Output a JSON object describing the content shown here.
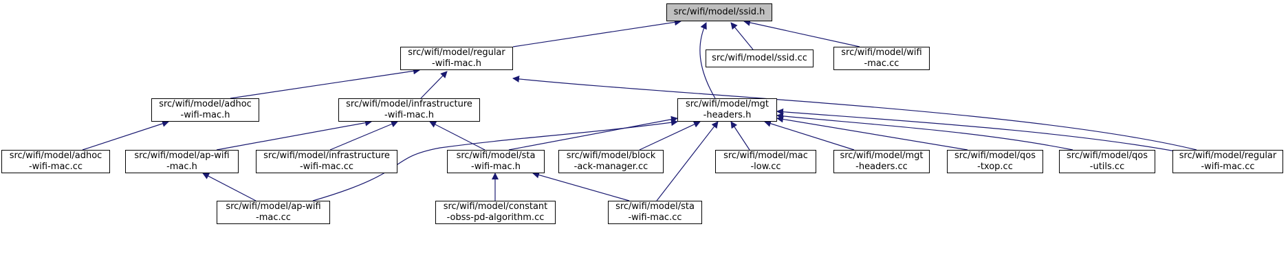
{
  "graph": {
    "colors": {
      "edge": "#191970",
      "root_fill": "#bfbfbf",
      "node_fill": "#ffffff",
      "border": "#000000"
    },
    "nodes": {
      "ssid_h": [
        "src/wifi/model/ssid.h"
      ],
      "regular_h": [
        "src/wifi/model/regular",
        "-wifi-mac.h"
      ],
      "ssid_cc": [
        "src/wifi/model/ssid.cc"
      ],
      "wifimac_cc": [
        "src/wifi/model/wifi",
        "-mac.cc"
      ],
      "adhoc_h": [
        "src/wifi/model/adhoc",
        "-wifi-mac.h"
      ],
      "infra_h": [
        "src/wifi/model/infrastructure",
        "-wifi-mac.h"
      ],
      "mgt_h": [
        "src/wifi/model/mgt",
        "-headers.h"
      ],
      "adhoc_cc": [
        "src/wifi/model/adhoc",
        "-wifi-mac.cc"
      ],
      "ap_h": [
        "src/wifi/model/ap-wifi",
        "-mac.h"
      ],
      "infra_cc": [
        "src/wifi/model/infrastructure",
        "-wifi-mac.cc"
      ],
      "sta_h": [
        "src/wifi/model/sta",
        "-wifi-mac.h"
      ],
      "block_cc": [
        "src/wifi/model/block",
        "-ack-manager.cc"
      ],
      "maclow_cc": [
        "src/wifi/model/mac",
        "-low.cc"
      ],
      "mgt_cc": [
        "src/wifi/model/mgt",
        "-headers.cc"
      ],
      "txop_cc": [
        "src/wifi/model/qos",
        "-txop.cc"
      ],
      "qosutils_cc": [
        "src/wifi/model/qos",
        "-utils.cc"
      ],
      "regular_cc": [
        "src/wifi/model/regular",
        "-wifi-mac.cc"
      ],
      "ap_cc": [
        "src/wifi/model/ap-wifi",
        "-mac.cc"
      ],
      "obss_cc": [
        "src/wifi/model/constant",
        "-obss-pd-algorithm.cc"
      ],
      "sta_cc": [
        "src/wifi/model/sta",
        "-wifi-mac.cc"
      ]
    }
  }
}
